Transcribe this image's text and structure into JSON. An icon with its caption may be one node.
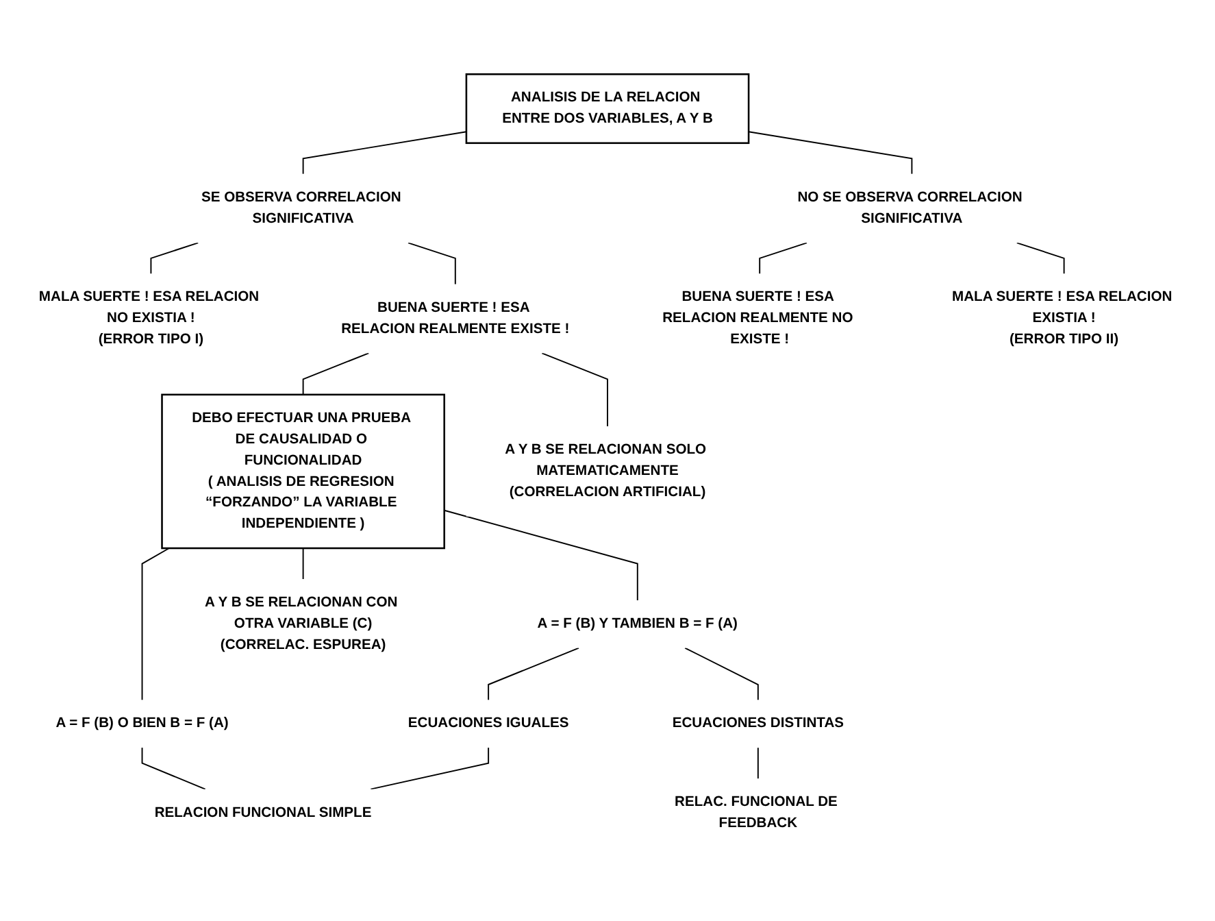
{
  "diagram": {
    "nodes": [
      {
        "text": [
          "ANALISIS DE LA RELACION ENTRE DOS VARIABLES, A Y B"
        ]
      },
      {
        "text": [
          "SE OBSERVA CORRELACION SIGNIFICATIVA"
        ]
      },
      {
        "text": [
          "NO SE OBSERVA CORRELACION SIGNIFICATIVA"
        ]
      },
      {
        "text": [
          "MALA SUERTE ! ESA RELACION NO EXISTIA !",
          "(ERROR TIPO I)"
        ]
      },
      {
        "text": [
          "BUENA SUERTE ! ESA RELACION REALMENTE EXISTE !"
        ]
      },
      {
        "text": [
          "BUENA SUERTE ! ESA RELACION REALMENTE NO EXISTE !"
        ]
      },
      {
        "text": [
          "MALA SUERTE ! ESA RELACION EXISTIA !",
          "(ERROR TIPO II)"
        ]
      },
      {
        "text": [
          "DEBO EFECTUAR UNA PRUEBA DE CAUSALIDAD O FUNCIONALIDAD",
          "( ANALISIS DE REGRESION “FORZANDO” LA VARIABLE INDEPENDIENTE )"
        ]
      },
      {
        "text": [
          "A Y B SE RELACIONAN SOLO MATEMATICAMENTE",
          "(CORRELACION ARTIFICIAL)"
        ]
      },
      {
        "text": [
          "A = F (B) O BIEN B = F (A)"
        ]
      },
      {
        "text": [
          "A = F (B) Y TAMBIEN B = F (A)"
        ]
      },
      {
        "text": [
          "A Y B SE RELACIONAN CON OTRA VARIABLE (C)",
          "(CORRELAC. ESPUREA)"
        ]
      },
      {
        "text": [
          "ECUACIONES IGUALES"
        ]
      },
      {
        "text": [
          "ECUACIONES DISTINTAS"
        ]
      },
      {
        "text": [
          "RELACION FUNCIONAL SIMPLE"
        ]
      },
      {
        "text": [
          "RELAC. FUNCIONAL DE FEEDBACK"
        ]
      }
    ],
    "edges": [
      {
        "from": 0,
        "to": 1,
        "arrow": "none"
      },
      {
        "from": 0,
        "to": 2,
        "arrow": "none"
      },
      {
        "from": 1,
        "to": 3,
        "arrow": "none"
      },
      {
        "from": 1,
        "to": 4,
        "arrow": "none"
      },
      {
        "from": 2,
        "to": 5,
        "arrow": "none"
      },
      {
        "from": 2,
        "to": 6,
        "arrow": "none"
      },
      {
        "from": 4,
        "to": 7,
        "arrow": "none"
      },
      {
        "from": 4,
        "to": 8,
        "arrow": "none"
      },
      {
        "from": 7,
        "to": 9,
        "arrow": "none"
      },
      {
        "from": 7,
        "to": 10,
        "arrow": "none"
      },
      {
        "from": 7,
        "to": 11,
        "arrow": "none"
      },
      {
        "from": 9,
        "to": 14,
        "arrow": "none"
      },
      {
        "from": 10,
        "to": 12,
        "arrow": "none"
      },
      {
        "from": 10,
        "to": 13,
        "arrow": "none"
      },
      {
        "from": 12,
        "to": 14,
        "arrow": "none"
      },
      {
        "from": 13,
        "to": 15,
        "arrow": "none"
      }
    ]
  }
}
